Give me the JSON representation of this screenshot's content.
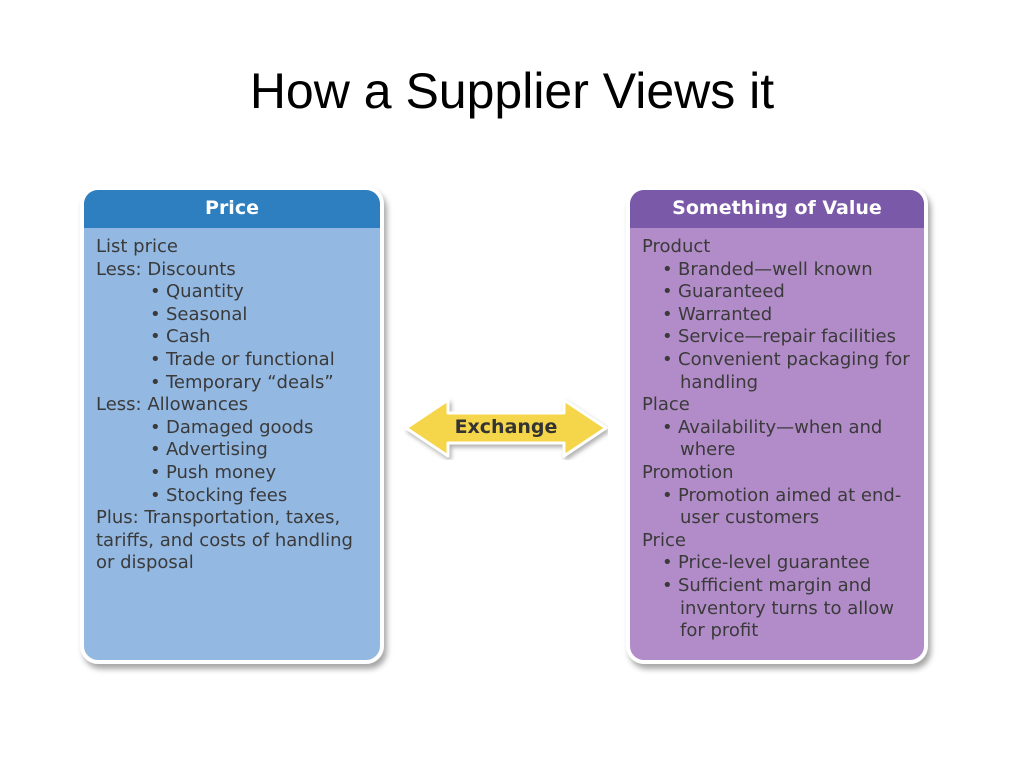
{
  "title": "How a Supplier Views it",
  "left": {
    "header": "Price",
    "lines": [
      "List price",
      "Less:  Discounts",
      "Quantity",
      "Seasonal",
      "Cash",
      "Trade or functional",
      "Temporary “deals”",
      "Less:  Allowances",
      "Damaged goods",
      "Advertising",
      "Push money",
      "Stocking fees",
      "Plus:  Transportation, taxes, tariffs, and costs of handling or disposal"
    ]
  },
  "center": {
    "label": "Exchange",
    "fill_color": "#f5d54a",
    "stroke_color": "#ffffff"
  },
  "right": {
    "header": "Something of Value",
    "lines": [
      "Product",
      "Branded—well known",
      "Guaranteed",
      "Warranted",
      "Service—repair facilities",
      "Convenient packaging for",
      "handling",
      "Place",
      "Availability—when and",
      "where",
      "Promotion",
      "Promotion aimed at end-",
      "user customers",
      "Price",
      "Price-level guarantee",
      "Sufficient margin and",
      "inventory turns to allow",
      "for profit"
    ]
  },
  "colors": {
    "left_header": "#2e7fc0",
    "left_body": "#93b8e2",
    "right_header": "#7a5aa8",
    "right_body": "#b28cc8",
    "bullet": "•"
  }
}
